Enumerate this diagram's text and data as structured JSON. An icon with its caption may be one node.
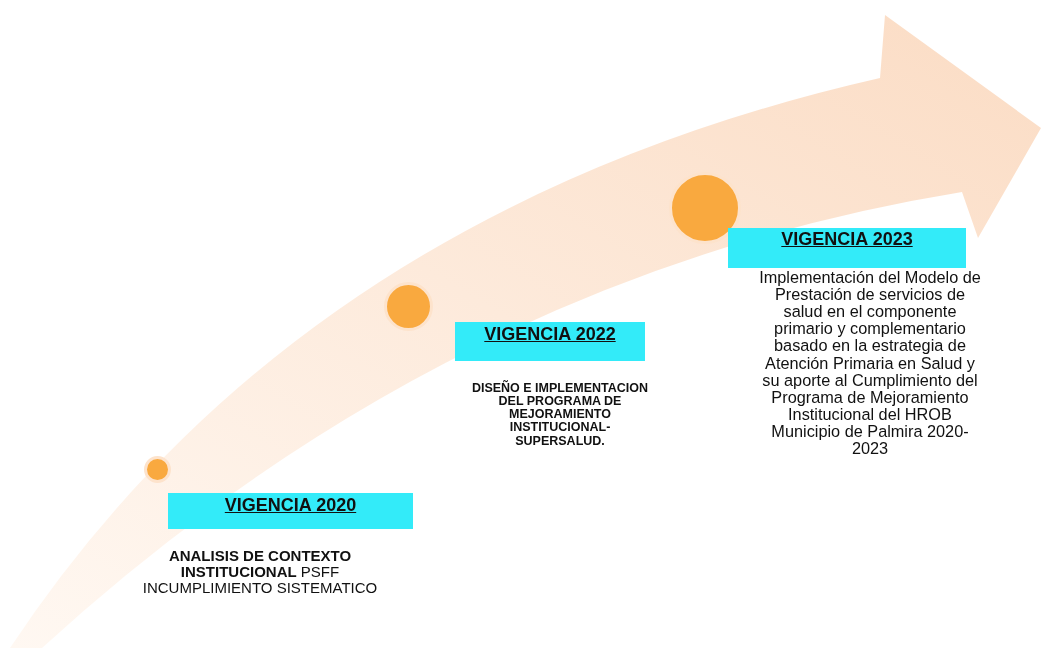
{
  "diagram": {
    "nodes": [
      {
        "text": [],
        "shape": "circle"
      },
      {
        "text": [],
        "shape": "circle"
      },
      {
        "text": [],
        "shape": "circle"
      },
      {
        "text": [
          "VIGENCIA 2020"
        ],
        "beside": [
          "**ANALISIS DE CONTEXTO INSTITUCIONAL** PSFF INCUMPLIMIENTO SISTEMATICO"
        ]
      },
      {
        "text": [
          "VIGENCIA 2022"
        ],
        "beside": [
          "DISEÑO E IMPLEMENTACION DEL PROGRAMA DE MEJORAMIENTO INSTITUCIONAL-SUPERSALUD."
        ]
      },
      {
        "text": [
          "VIGENCIA 2023"
        ],
        "beside": [
          "Implementación del Modelo de Prestación de servicios de salud en el componente primario y complementario basado en la estrategia de Atención Primaria en Salud y su aporte al Cumplimiento del Programa de Mejoramiento Institucional del HROB Municipio de Palmira 2020-2023"
        ]
      }
    ],
    "edges": []
  }
}
